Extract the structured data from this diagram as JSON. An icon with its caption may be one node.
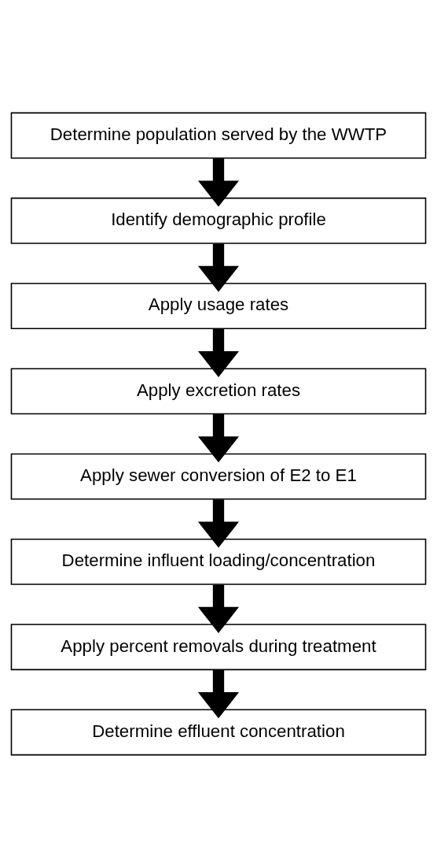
{
  "diagram": {
    "nodes": [
      {
        "text": [
          "Determine population served by the WWTP"
        ]
      },
      {
        "text": [
          "Identify demographic profile"
        ]
      },
      {
        "text": [
          "Apply usage rates"
        ]
      },
      {
        "text": [
          "Apply excretion rates"
        ]
      },
      {
        "text": [
          "Apply sewer conversion of E2 to E1"
        ]
      },
      {
        "text": [
          "Determine influent loading/concentration"
        ]
      },
      {
        "text": [
          "Apply percent removals during treatment"
        ]
      },
      {
        "text": [
          "Determine effluent concentration"
        ]
      }
    ],
    "edges": [
      {
        "from": 0,
        "to": 1,
        "arrow": "to"
      },
      {
        "from": 1,
        "to": 2,
        "arrow": "to"
      },
      {
        "from": 2,
        "to": 3,
        "arrow": "to"
      },
      {
        "from": 3,
        "to": 4,
        "arrow": "to"
      },
      {
        "from": 4,
        "to": 5,
        "arrow": "to"
      },
      {
        "from": 5,
        "to": 6,
        "arrow": "to"
      },
      {
        "from": 6,
        "to": 7,
        "arrow": "to"
      }
    ]
  }
}
